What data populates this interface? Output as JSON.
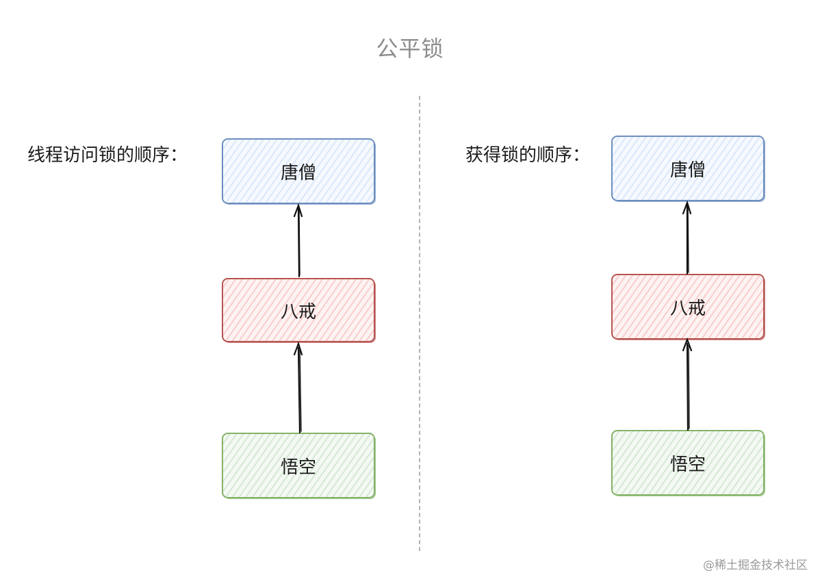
{
  "title": "公平锁",
  "left": {
    "label": "线程访问锁的顺序：",
    "boxes": {
      "top": "唐僧",
      "middle": "八戒",
      "bottom": "悟空"
    }
  },
  "right": {
    "label": "获得锁的顺序：",
    "boxes": {
      "top": "唐僧",
      "middle": "八戒",
      "bottom": "悟空"
    }
  },
  "watermark": "@稀土掘金技术社区",
  "colors": {
    "blue_fill": "#dae8fc",
    "blue_stroke": "#6c8ebf",
    "red_fill": "#f8cecc",
    "red_stroke": "#b85450",
    "green_fill": "#d5e8d4",
    "green_stroke": "#82b366",
    "title": "#8c8c8c"
  }
}
